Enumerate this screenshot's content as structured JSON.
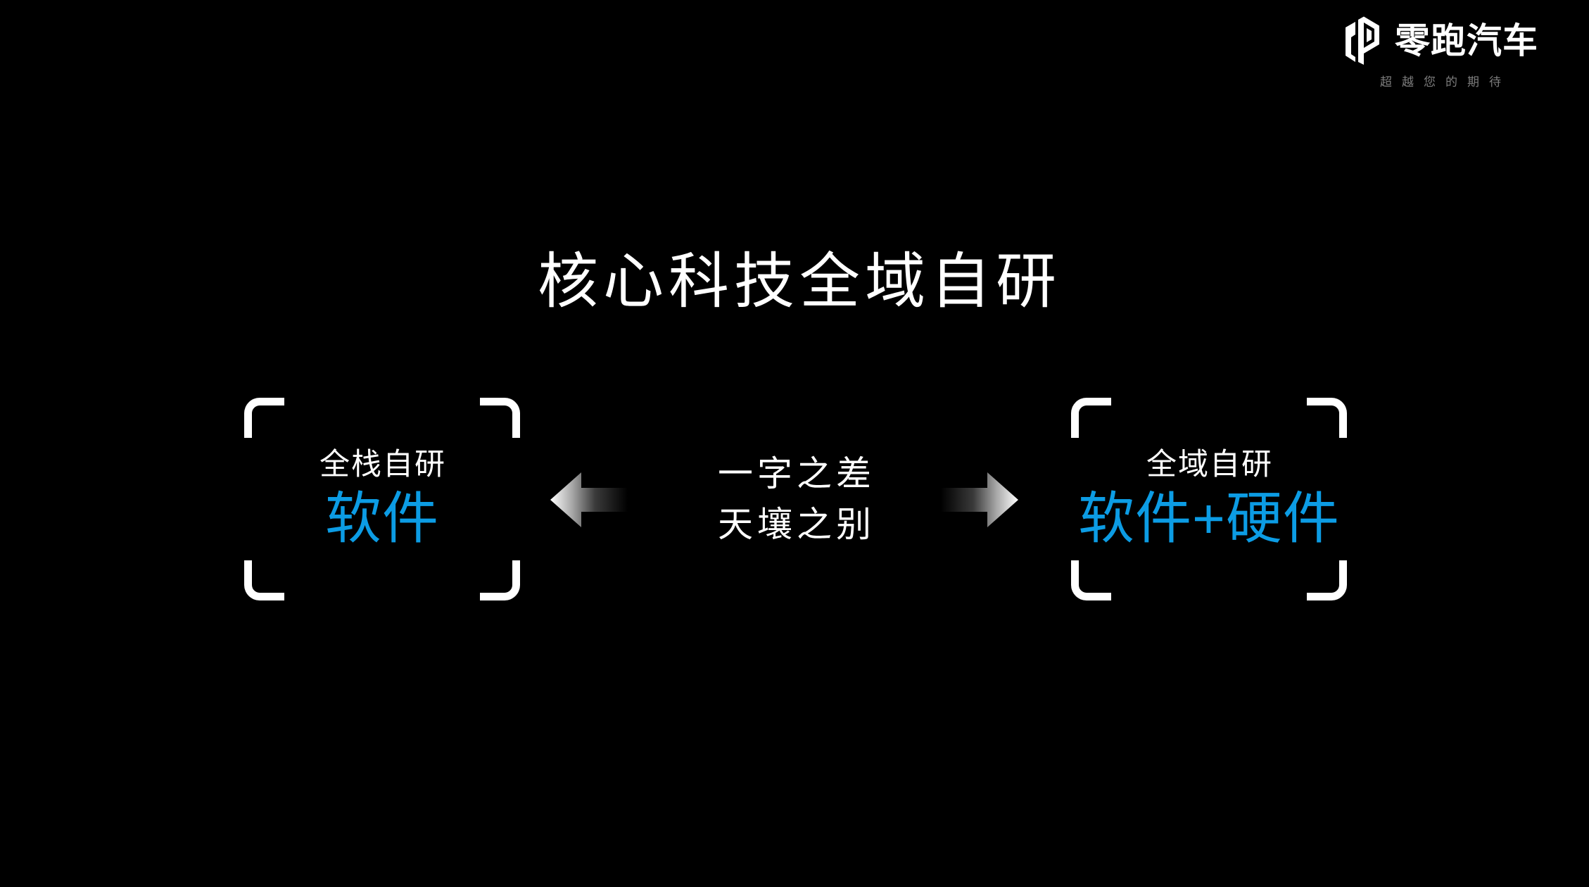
{
  "brand": {
    "mark_icon": "leapmotor-logo-icon",
    "name": "零跑汽车",
    "tagline": "超越您的期待"
  },
  "title": "核心科技全域自研",
  "comparison": {
    "left_panel": {
      "label": "全栈自研",
      "value": "软件"
    },
    "right_panel": {
      "label": "全域自研",
      "value": "软件+硬件"
    },
    "center": {
      "line1": "一字之差",
      "line2": "天壤之别"
    },
    "left_arrow_icon": "arrow-left-icon",
    "right_arrow_icon": "arrow-right-icon"
  },
  "colors": {
    "background": "#000000",
    "accent_blue": "#0c9ce4",
    "text_white": "#ffffff",
    "tagline_gray": "#7e7e7e"
  }
}
